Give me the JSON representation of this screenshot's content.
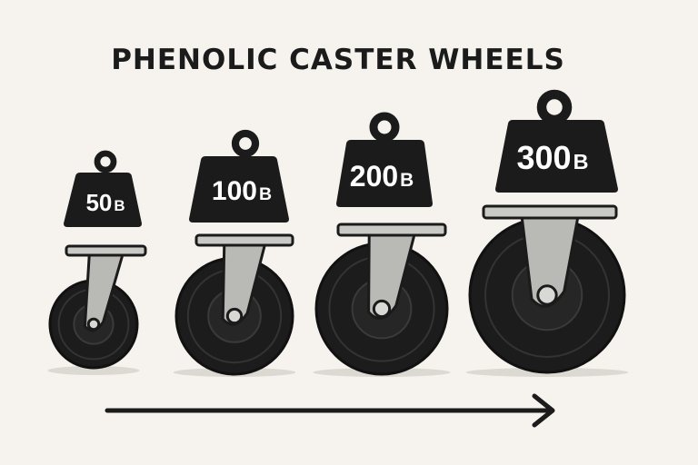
{
  "title": "PHENOLIC CASTER WHEELS",
  "casters": [
    {
      "weight": "50",
      "unit": "B"
    },
    {
      "weight": "100",
      "unit": "B"
    },
    {
      "weight": "200",
      "unit": "B"
    },
    {
      "weight": "300",
      "unit": "B"
    }
  ],
  "colors": {
    "background": "#f6f3ee",
    "wheel": "#1c1c1c",
    "bracket": "#b9b9b6",
    "weight": "#1b1b1b"
  }
}
